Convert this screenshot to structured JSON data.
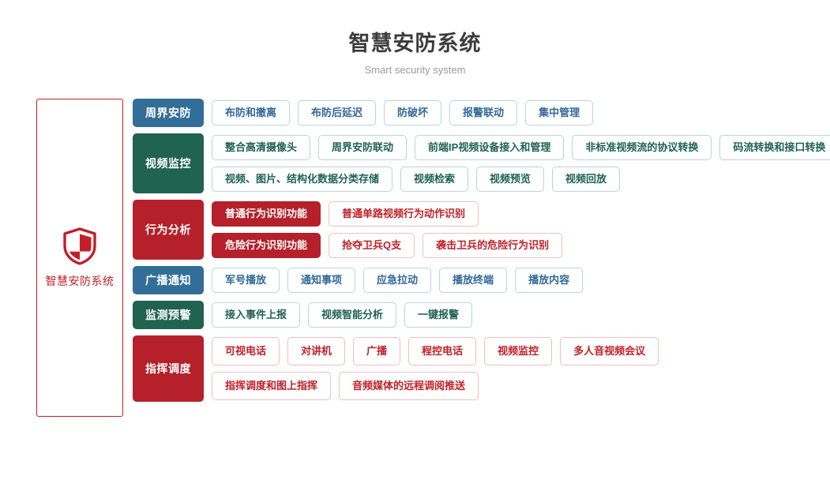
{
  "header": {
    "title": "智慧安防系统",
    "subtitle": "Smart security system"
  },
  "brand": {
    "icon": "shield-icon",
    "label": "智慧安防系统",
    "accent_color": "#c21f28"
  },
  "colors": {
    "blue": "#336e98",
    "green": "#1f6350",
    "red": "#b5202a"
  },
  "rows": [
    {
      "category": "周界安防",
      "theme": "blue",
      "lines": [
        [
          "布防和撤离",
          "布防后延迟",
          "防破坏",
          "报警联动",
          "集中管理"
        ]
      ]
    },
    {
      "category": "视频监控",
      "theme": "green",
      "lines": [
        [
          "整合高清摄像头",
          "周界安防联动",
          "前端IP视频设备接入和管理",
          "非标准视频流的协议转换",
          "码流转换和接口转换"
        ],
        [
          "视频、图片、结构化数据分类存储",
          "视频检索",
          "视频预览",
          "视频回放"
        ]
      ]
    },
    {
      "category": "行为分析",
      "theme": "red",
      "lines": [
        [
          "普通行为识别功能",
          "普通单路视频行为动作识别"
        ],
        [
          "危险行为识别功能",
          "抢夺卫兵Q支",
          "袭击卫兵的危险行为识别"
        ]
      ],
      "filled_first": true
    },
    {
      "category": "广播通知",
      "theme": "blue",
      "lines": [
        [
          "军号播放",
          "通知事项",
          "应急拉动",
          "播放终端",
          "播放内容"
        ]
      ]
    },
    {
      "category": "监测预警",
      "theme": "green",
      "lines": [
        [
          "接入事件上报",
          "视频智能分析",
          "一键报警"
        ]
      ]
    },
    {
      "category": "指挥调度",
      "theme": "red",
      "lines": [
        [
          "可视电话",
          "对讲机",
          "广播",
          "程控电话",
          "视频监控",
          "多人音视频会议"
        ],
        [
          "指挥调度和图上指挥",
          "音频媒体的远程调阅推送"
        ]
      ]
    }
  ]
}
